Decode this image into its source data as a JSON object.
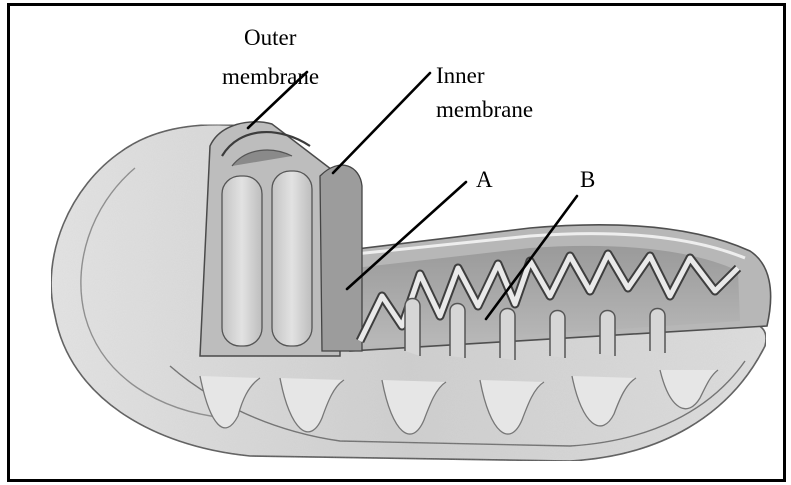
{
  "diagram": {
    "subject": "mitochondrion cross-section",
    "labels": {
      "outer_line1": "Outer",
      "outer_line2": "membrane",
      "inner_line1": "Inner",
      "inner_line2": "membrane",
      "a": "A",
      "b": "B"
    }
  }
}
